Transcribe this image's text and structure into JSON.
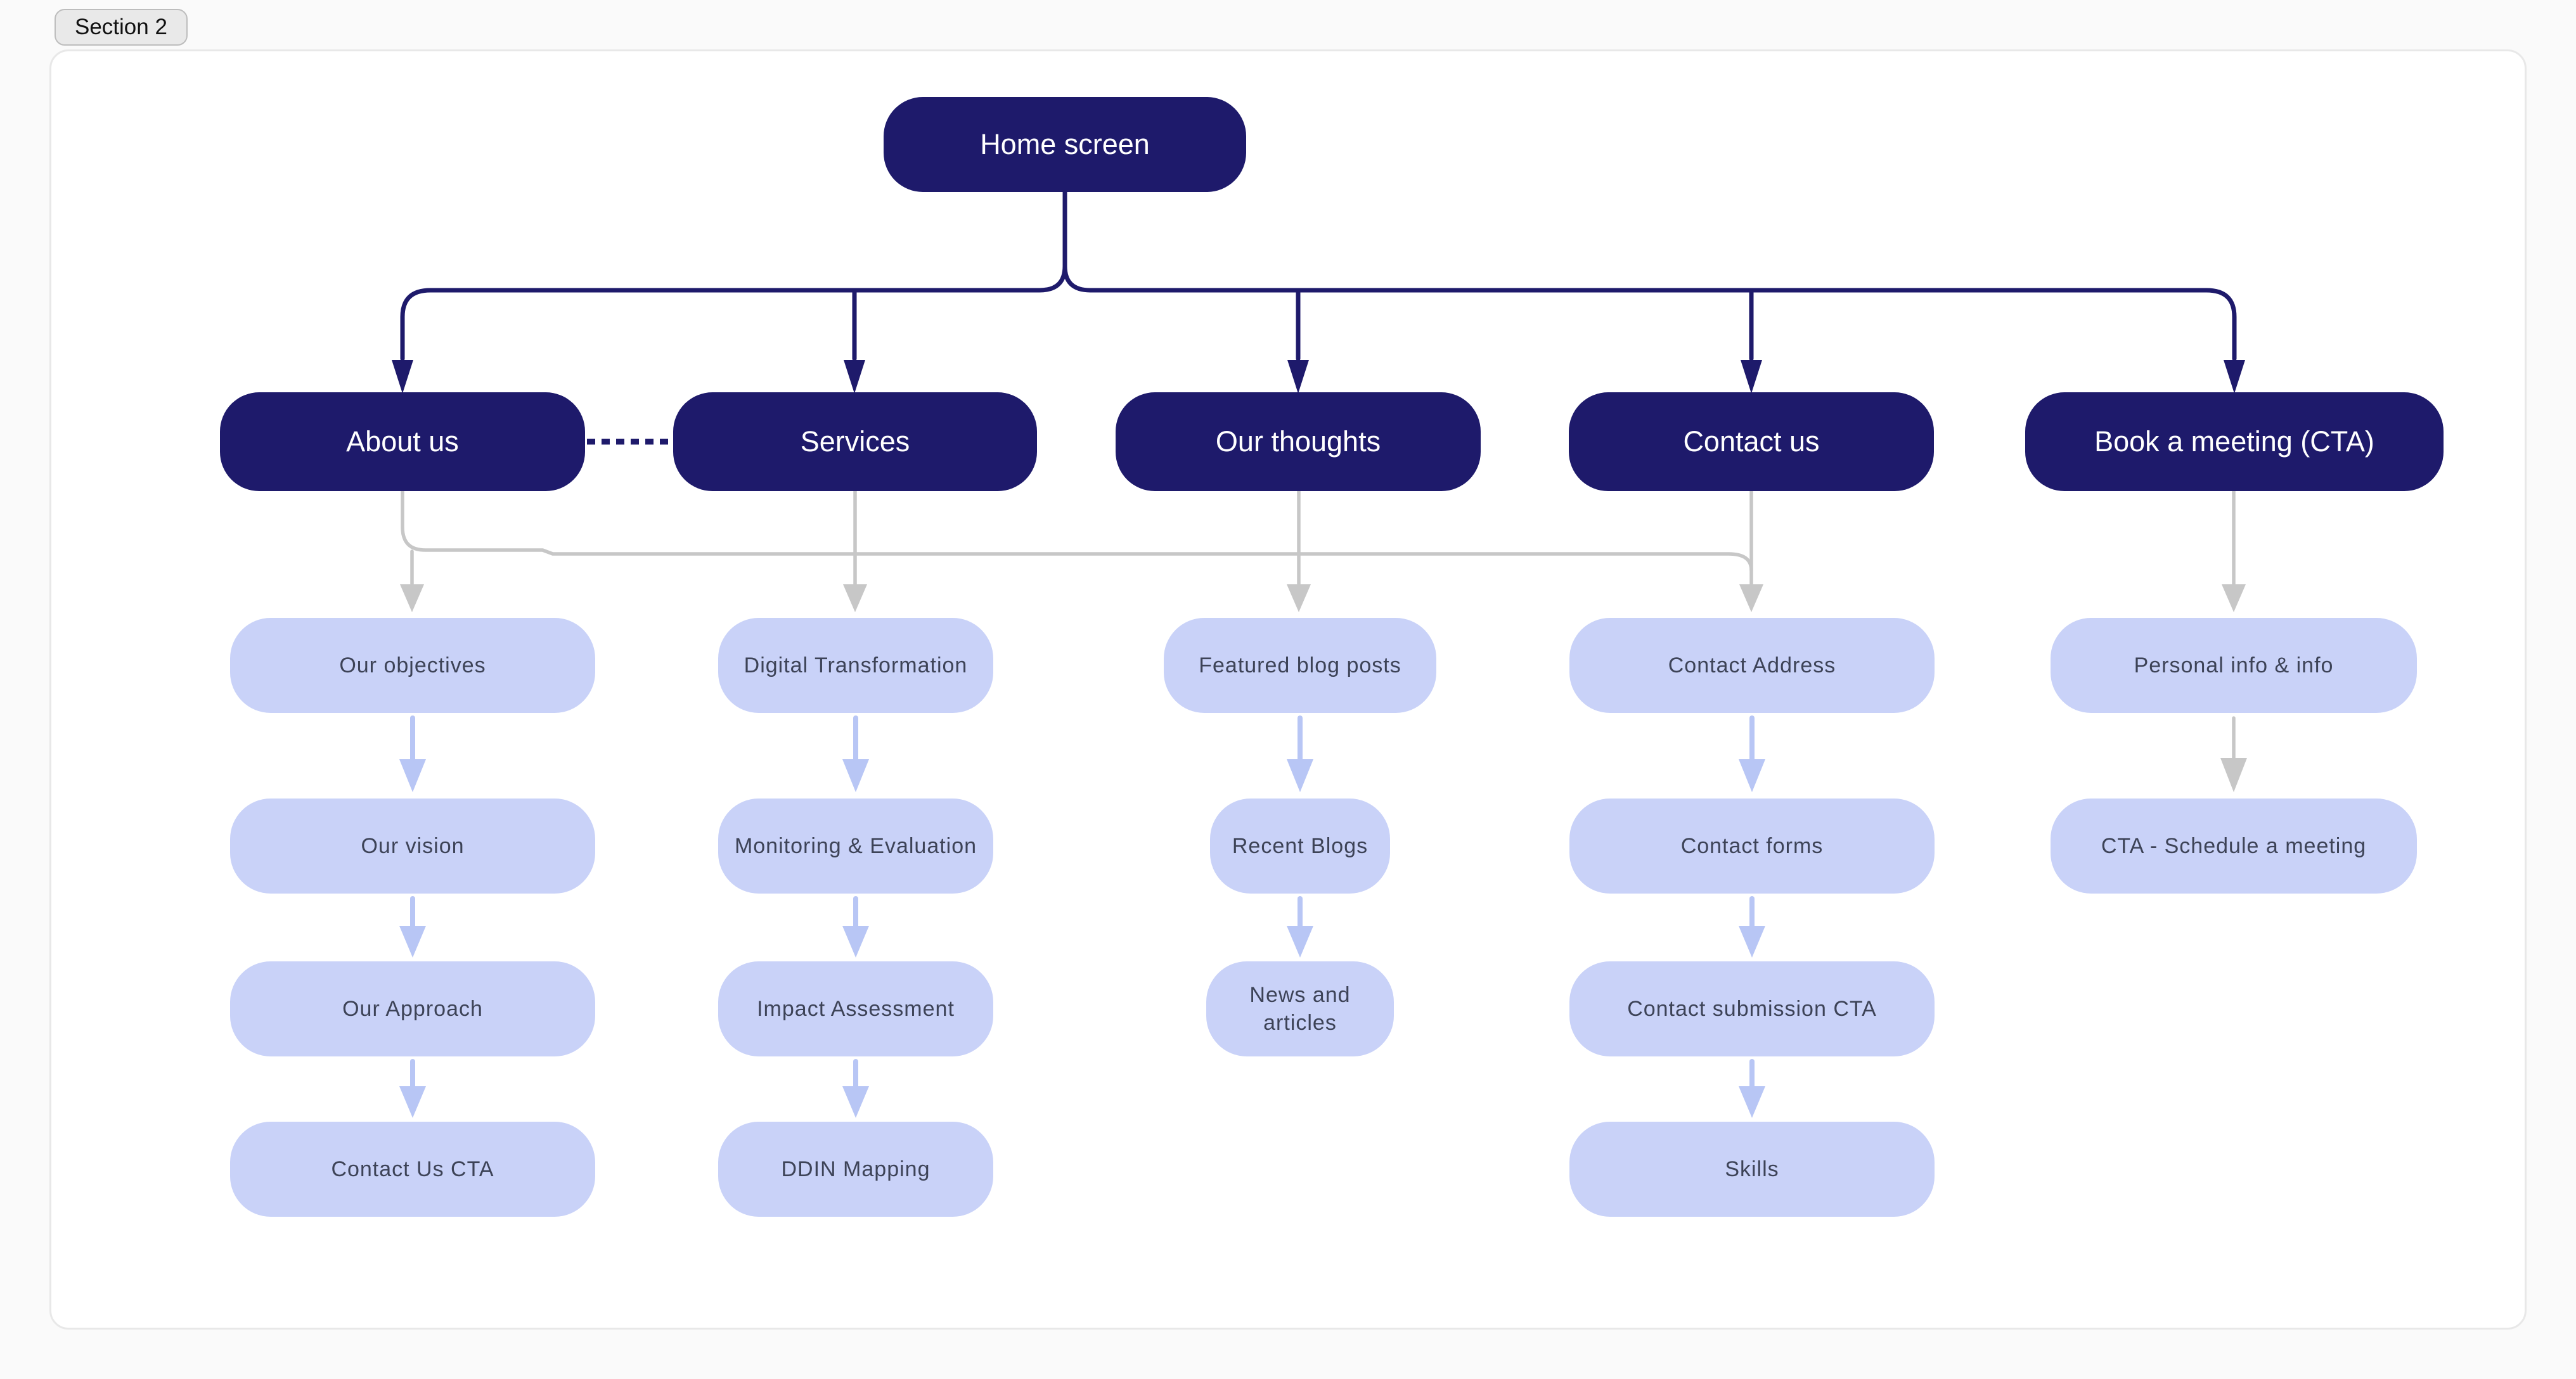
{
  "section_label": "Section 2",
  "colors": {
    "primary_node_bg": "#1e1a6b",
    "primary_node_text": "#ffffff",
    "child_node_bg": "#c9d2f8",
    "child_node_text": "#3d4357",
    "gray_connector": "#c7c7c7",
    "blue_connector": "#b8c6f5",
    "panel_border": "#e8e8e8",
    "pill_bg": "#e9e9e9"
  },
  "tree": {
    "root": "Home screen",
    "columns": [
      {
        "parent": "About us",
        "children": [
          "Our objectives",
          "Our vision",
          "Our Approach",
          "Contact Us CTA"
        ]
      },
      {
        "parent": "Services",
        "children": [
          "Digital Transformation",
          "Monitoring & Evaluation",
          "Impact Assessment",
          "DDIN Mapping"
        ]
      },
      {
        "parent": "Our thoughts",
        "children": [
          "Featured blog posts",
          "Recent Blogs",
          "News and articles"
        ]
      },
      {
        "parent": "Contact us",
        "children": [
          "Contact Address",
          "Contact forms",
          "Contact submission CTA",
          "Skills"
        ]
      },
      {
        "parent": "Book a meeting (CTA)",
        "children": [
          "Personal info & info",
          "CTA - Schedule a meeting"
        ]
      }
    ]
  }
}
